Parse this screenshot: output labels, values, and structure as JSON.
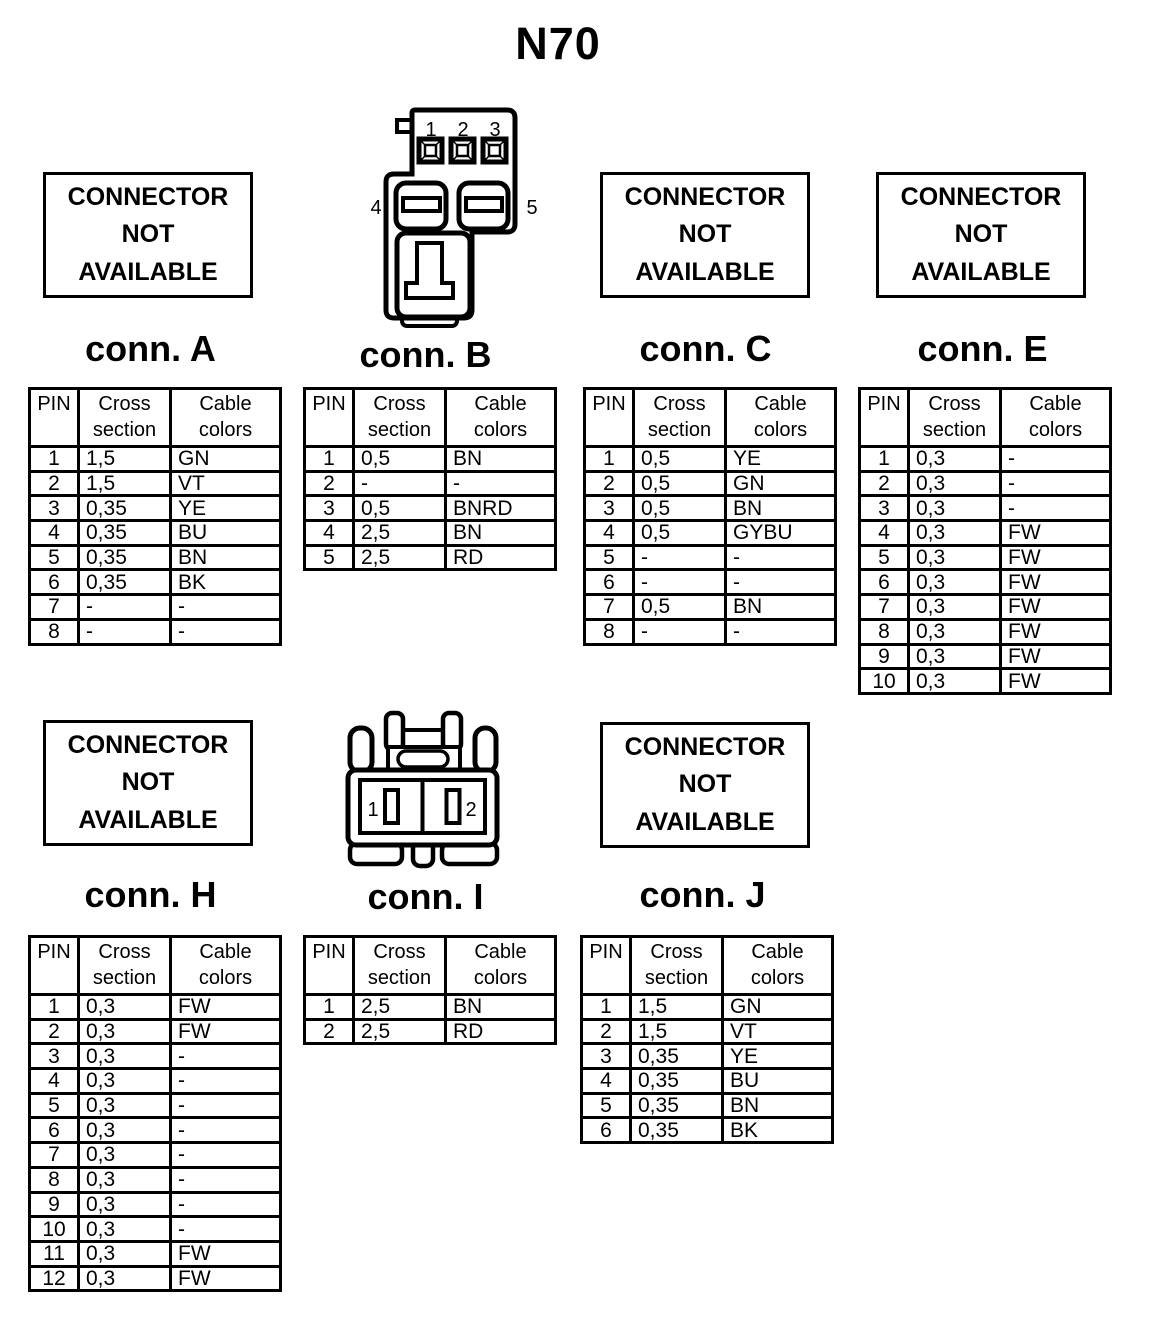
{
  "title": "N70",
  "not_available_text": "CONNECTOR\nNOT\nAVAILABLE",
  "table_headers": [
    "PIN",
    "Cross\nsection",
    "Cable\ncolors"
  ],
  "colors": {
    "ink": "#000000",
    "paper": "#ffffff"
  },
  "connectors": [
    {
      "id": "A",
      "label": "conn. A",
      "display": "not_available",
      "rows": [
        [
          "1",
          "1,5",
          "GN"
        ],
        [
          "2",
          "1,5",
          "VT"
        ],
        [
          "3",
          "0,35",
          "YE"
        ],
        [
          "4",
          "0,35",
          "BU"
        ],
        [
          "5",
          "0,35",
          "BN"
        ],
        [
          "6",
          "0,35",
          "BK"
        ],
        [
          "7",
          "-",
          "-"
        ],
        [
          "8",
          "-",
          "-"
        ]
      ]
    },
    {
      "id": "B",
      "label": "conn. B",
      "display": "drawing",
      "drawing_pins": [
        "1",
        "2",
        "3",
        "4",
        "5"
      ],
      "rows": [
        [
          "1",
          "0,5",
          "BN"
        ],
        [
          "2",
          "-",
          "-"
        ],
        [
          "3",
          "0,5",
          "BNRD"
        ],
        [
          "4",
          "2,5",
          "BN"
        ],
        [
          "5",
          "2,5",
          "RD"
        ]
      ]
    },
    {
      "id": "C",
      "label": "conn. C",
      "display": "not_available",
      "rows": [
        [
          "1",
          "0,5",
          "YE"
        ],
        [
          "2",
          "0,5",
          "GN"
        ],
        [
          "3",
          "0,5",
          "BN"
        ],
        [
          "4",
          "0,5",
          "GYBU"
        ],
        [
          "5",
          "-",
          "-"
        ],
        [
          "6",
          "-",
          "-"
        ],
        [
          "7",
          "0,5",
          "BN"
        ],
        [
          "8",
          "-",
          "-"
        ]
      ]
    },
    {
      "id": "E",
      "label": "conn. E",
      "display": "not_available",
      "rows": [
        [
          "1",
          "0,3",
          "-"
        ],
        [
          "2",
          "0,3",
          "-"
        ],
        [
          "3",
          "0,3",
          "-"
        ],
        [
          "4",
          "0,3",
          "FW"
        ],
        [
          "5",
          "0,3",
          "FW"
        ],
        [
          "6",
          "0,3",
          "FW"
        ],
        [
          "7",
          "0,3",
          "FW"
        ],
        [
          "8",
          "0,3",
          "FW"
        ],
        [
          "9",
          "0,3",
          "FW"
        ],
        [
          "10",
          "0,3",
          "FW"
        ]
      ]
    },
    {
      "id": "H",
      "label": "conn. H",
      "display": "not_available",
      "rows": [
        [
          "1",
          "0,3",
          "FW"
        ],
        [
          "2",
          "0,3",
          "FW"
        ],
        [
          "3",
          "0,3",
          "-"
        ],
        [
          "4",
          "0,3",
          "-"
        ],
        [
          "5",
          "0,3",
          "-"
        ],
        [
          "6",
          "0,3",
          "-"
        ],
        [
          "7",
          "0,3",
          "-"
        ],
        [
          "8",
          "0,3",
          "-"
        ],
        [
          "9",
          "0,3",
          "-"
        ],
        [
          "10",
          "0,3",
          "-"
        ],
        [
          "11",
          "0,3",
          "FW"
        ],
        [
          "12",
          "0,3",
          "FW"
        ]
      ]
    },
    {
      "id": "I",
      "label": "conn. I",
      "display": "drawing",
      "drawing_pins": [
        "1",
        "2"
      ],
      "rows": [
        [
          "1",
          "2,5",
          "BN"
        ],
        [
          "2",
          "2,5",
          "RD"
        ]
      ]
    },
    {
      "id": "J",
      "label": "conn. J",
      "display": "not_available",
      "rows": [
        [
          "1",
          "1,5",
          "GN"
        ],
        [
          "2",
          "1,5",
          "VT"
        ],
        [
          "3",
          "0,35",
          "YE"
        ],
        [
          "4",
          "0,35",
          "BU"
        ],
        [
          "5",
          "0,35",
          "BN"
        ],
        [
          "6",
          "0,35",
          "BK"
        ]
      ]
    }
  ]
}
